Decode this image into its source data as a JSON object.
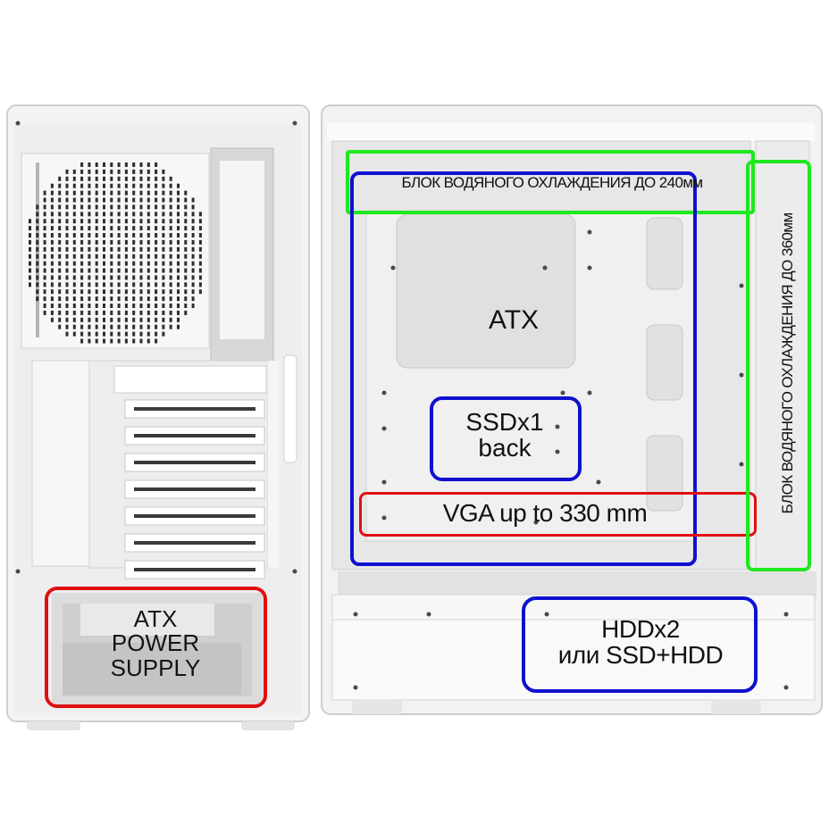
{
  "labels": {
    "atx_psu": [
      "ATX",
      "POWER",
      "SUPPLY"
    ],
    "atx": "ATX",
    "ssd_back": [
      "SSDx1",
      "back"
    ],
    "vga": "VGA up to 330 mm",
    "hdd": [
      "HDDx2",
      "или SSD+HDD"
    ],
    "top_radiator": "БЛОК ВОДЯНОГО ОХЛАЖДЕНИЯ ДО 240мм",
    "front_radiator": "БЛОК ВОДЯНОГО ОХЛАЖДЕНИЯ ДО 360мм"
  },
  "colors": {
    "green": "#1ee81e",
    "blue": "#1010d0",
    "red": "#e01010",
    "case": "#f1f1f1",
    "case_edge": "#c9c9c9",
    "inner": "#e6e6e6"
  }
}
